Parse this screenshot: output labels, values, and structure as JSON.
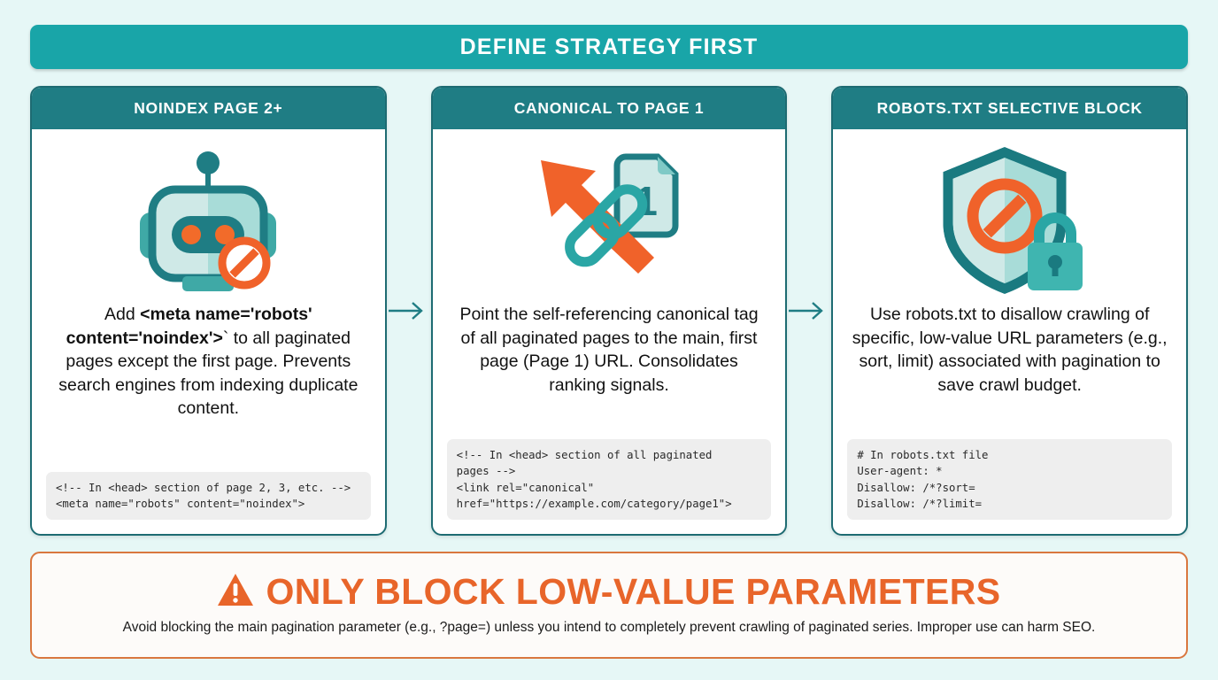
{
  "banner": {
    "title": "DEFINE STRATEGY FIRST",
    "color": "#19a5a8"
  },
  "cards": [
    {
      "header": "NOINDEX PAGE 2+",
      "icon": "robot-blocked-icon",
      "text_lead": "Add ",
      "text_bold": "<meta name='robots' content='noindex'>",
      "text_tail": "` to all paginated pages except the first page. Prevents search engines from indexing duplicate content.",
      "code": "<!-- In <head> section of page 2, 3, etc. -->\n<meta name=\"robots\" content=\"noindex\">"
    },
    {
      "header": "CANONICAL TO PAGE 1",
      "icon": "canonical-link-page-one-icon",
      "text_lead": "Point the self-referencing canonical tag of all paginated pages to the main, first page (Page 1) URL. Consolidates ranking signals.",
      "text_bold": "",
      "text_tail": "",
      "code": "<!-- In <head> section of all paginated\npages -->\n<link rel=\"canonical\"\nhref=\"https://example.com/category/page1\">"
    },
    {
      "header": "ROBOTS.TXT SELECTIVE BLOCK",
      "icon": "shield-block-lock-icon",
      "text_lead": "Use robots.txt to disallow crawling of specific, low-value URL parameters (e.g., sort, limit) associated with pagination to save crawl budget.",
      "text_bold": "",
      "text_tail": "",
      "code": "# In robots.txt file\nUser-agent: *\nDisallow: /*?sort=\nDisallow: /*?limit="
    }
  ],
  "connectors": [
    {
      "name": "arrow-card1-to-card2"
    },
    {
      "name": "arrow-card2-to-card3"
    }
  ],
  "warning": {
    "icon": "warning-triangle-icon",
    "title": "ONLY BLOCK LOW-VALUE PARAMETERS",
    "subtitle": "Avoid blocking the main pagination parameter (e.g., ?page=) unless you intend to completely prevent crawling of paginated series. Improper use can harm SEO.",
    "accent_color": "#e8652a",
    "border_color": "#d9773f"
  },
  "page_doc_number": "1"
}
